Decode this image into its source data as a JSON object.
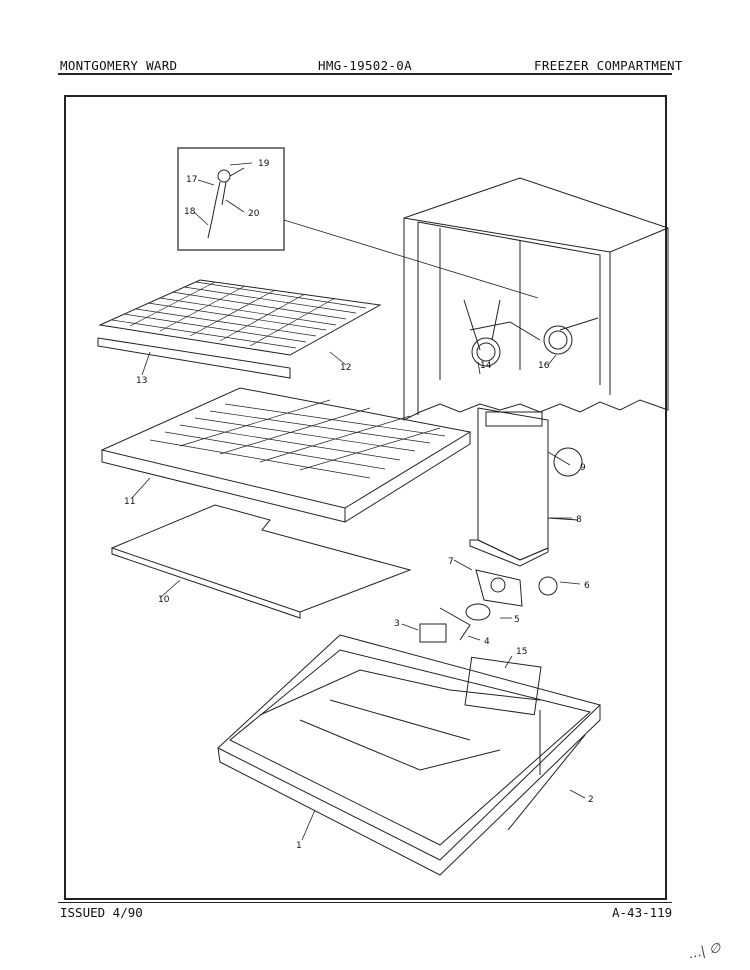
{
  "header": {
    "left": "MONTGOMERY WARD",
    "center": "HMG-19502-0A",
    "right": "FREEZER COMPARTMENT"
  },
  "footer": {
    "issued": "ISSUED 4/90",
    "page_code": "A-43-119"
  },
  "handwritten_note": "…| ∅",
  "diagram": {
    "part_labels": [
      "1",
      "2",
      "3",
      "4",
      "5",
      "6",
      "7",
      "8",
      "9",
      "10",
      "11",
      "12",
      "13",
      "14",
      "15",
      "16",
      "17",
      "18",
      "19",
      "20"
    ]
  }
}
